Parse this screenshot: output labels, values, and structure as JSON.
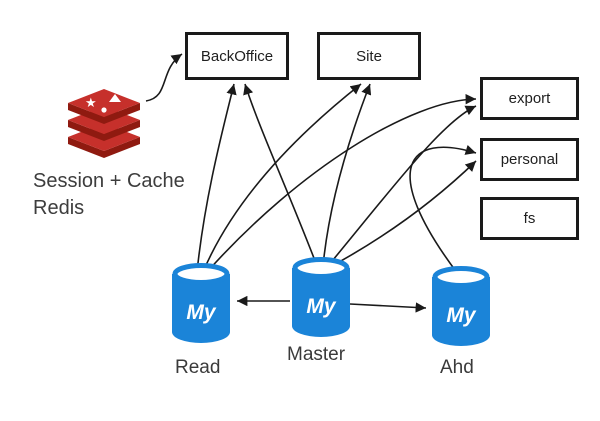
{
  "diagram": {
    "boxes": {
      "backoffice": "BackOffice",
      "site": "Site",
      "export": "export",
      "personal": "personal",
      "fs": "fs"
    },
    "redis": {
      "caption_line1": "Session + Cache",
      "caption_line2": "Redis"
    },
    "databases": [
      {
        "id": "read",
        "icon_text": "My",
        "label": "Read"
      },
      {
        "id": "master",
        "icon_text": "My",
        "label": "Master"
      },
      {
        "id": "ahd",
        "icon_text": "My",
        "label": "Ahd"
      }
    ],
    "edges": [
      {
        "from": "redis",
        "to": "backoffice"
      },
      {
        "from": "read",
        "to": "backoffice"
      },
      {
        "from": "master",
        "to": "backoffice"
      },
      {
        "from": "read",
        "to": "site"
      },
      {
        "from": "master",
        "to": "site"
      },
      {
        "from": "read",
        "to": "export"
      },
      {
        "from": "master",
        "to": "export"
      },
      {
        "from": "master",
        "to": "personal"
      },
      {
        "from": "ahd",
        "to": "personal"
      },
      {
        "from": "master",
        "to": "read"
      },
      {
        "from": "master",
        "to": "ahd"
      }
    ]
  },
  "colors": {
    "mysql_blue": "#1b84d8",
    "redis_red": "#c6302b",
    "redis_dark": "#8f1a10",
    "edge_black": "#1a1a1a",
    "box_border": "#1a1a1a",
    "background": "#ffffff"
  }
}
